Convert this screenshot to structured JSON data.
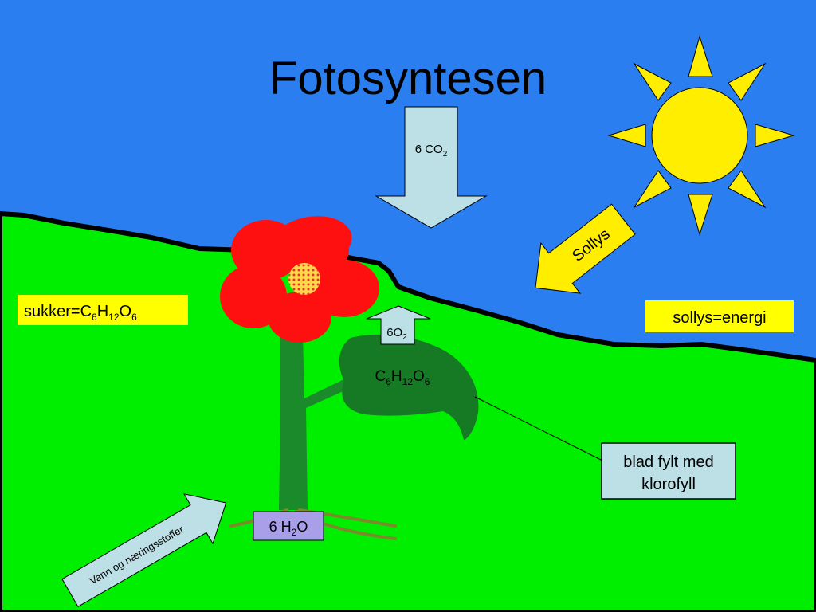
{
  "title": "Fotosyntesen",
  "colors": {
    "sky": "#2b7ef0",
    "grass": "#00ee00",
    "sun": "#ffee00",
    "petal": "#ff1010",
    "flower_center": "#ffd84a",
    "stem": "#1a8a2a",
    "leaf": "#167a24",
    "label_yellow": "#ffff00",
    "arrow_lightblue": "#bde0e6",
    "water_box": "#a99ee8"
  },
  "labels": {
    "co2": {
      "pre": "6 CO",
      "sub": "2"
    },
    "o2": {
      "pre": "6O",
      "sub": "2"
    },
    "sun_arrow": "Sollys",
    "water_arrow": "Vann og næringsstoffer",
    "sugar_box": {
      "a": "sukker=C",
      "b": "6",
      "c": "H",
      "d": "12",
      "e": "O",
      "f": "6"
    },
    "leaf_formula": {
      "a": "C",
      "b": "6",
      "c": "H",
      "d": "12",
      "e": "O",
      "f": "6"
    },
    "energy_box": "sollys=energi",
    "chlorophyll_box": {
      "line1": "blad fylt med",
      "line2": "klorofyll"
    },
    "water_box": {
      "pre": "6 H",
      "sub": "2",
      "post": "O"
    }
  }
}
